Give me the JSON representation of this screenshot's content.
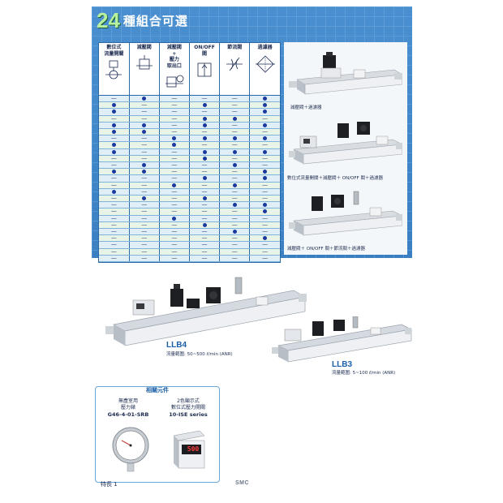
{
  "header": {
    "number": "24",
    "title": "種組合可選"
  },
  "table": {
    "columns": [
      {
        "label": "數位式\n流量開關",
        "symbol": "flow-switch-symbol-icon"
      },
      {
        "label": "減壓閥",
        "symbol": "regulator-symbol-icon"
      },
      {
        "label": "減壓閥\n+\n壓力\n取出口",
        "symbol": "regulator-gauge-symbol-icon"
      },
      {
        "label": "ON/OFF\n閥",
        "symbol": "on-off-valve-symbol-icon"
      },
      {
        "label": "節流閥",
        "symbol": "throttle-valve-symbol-icon"
      },
      {
        "label": "過濾器",
        "symbol": "filter-symbol-icon"
      }
    ],
    "rows": [
      [
        "—",
        "●",
        "—",
        "—",
        "—",
        "●"
      ],
      [
        "●",
        "—",
        "—",
        "●",
        "—",
        "●"
      ],
      [
        "●",
        "—",
        "—",
        "—",
        "—",
        "●"
      ],
      [
        "—",
        "—",
        "—",
        "●",
        "●",
        "—"
      ],
      [
        "●",
        "●",
        "—",
        "●",
        "—",
        "●"
      ],
      [
        "●",
        "●",
        "—",
        "—",
        "—",
        "—"
      ],
      [
        "—",
        "—",
        "●",
        "●",
        "●",
        "●"
      ],
      [
        "●",
        "—",
        "●",
        "—",
        "—",
        "—"
      ],
      [
        "●",
        "—",
        "—",
        "●",
        "●",
        "●"
      ],
      [
        "—",
        "—",
        "—",
        "●",
        "—",
        "—"
      ],
      [
        "—",
        "●",
        "—",
        "—",
        "●",
        "—"
      ],
      [
        "●",
        "●",
        "—",
        "—",
        "—",
        "●"
      ],
      [
        "—",
        "—",
        "—",
        "●",
        "—",
        "●"
      ],
      [
        "—",
        "—",
        "●",
        "—",
        "●",
        "—"
      ],
      [
        "●",
        "—",
        "—",
        "—",
        "—",
        "—"
      ],
      [
        "—",
        "●",
        "—",
        "●",
        "—",
        "—"
      ],
      [
        "—",
        "—",
        "—",
        "—",
        "●",
        "●"
      ],
      [
        "—",
        "—",
        "—",
        "—",
        "—",
        "●"
      ],
      [
        "—",
        "—",
        "●",
        "—",
        "—",
        "—"
      ],
      [
        "—",
        "—",
        "—",
        "●",
        "—",
        "—"
      ],
      [
        "—",
        "—",
        "—",
        "—",
        "●",
        "—"
      ],
      [
        "—",
        "—",
        "—",
        "—",
        "—",
        "●"
      ],
      [
        "—",
        "—",
        "—",
        "—",
        "—",
        "—"
      ],
      [
        "—",
        "—",
        "—",
        "—",
        "—",
        "—"
      ],
      [
        "—",
        "—",
        "—",
        "—",
        "—",
        "—"
      ]
    ]
  },
  "examples": [
    {
      "caption": "減壓閥＋過濾器"
    },
    {
      "caption": "數位式流量開關＋減壓閥＋ ON/OFF 閥＋過濾器"
    },
    {
      "caption": "減壓閥＋ ON/OFF 閥＋節流閥＋過濾器"
    }
  ],
  "products": [
    {
      "model": "LLB4",
      "range": "流量範圍: 50~500 ℓ/min (ANR)"
    },
    {
      "model": "LLB3",
      "range": "流量範圍: 5~100 ℓ/min (ANR)"
    }
  ],
  "related": {
    "title": "相關元件",
    "item1_line1": "無塵室用",
    "item1_line2": "壓力錶",
    "item1_code": "G46-4-01-SRB",
    "item2_line1": "2色顯示式",
    "item2_line2": "數位式壓力開關",
    "item2_code": "10-ISE series",
    "display_value": "500"
  },
  "footer": {
    "page": "特長 1",
    "logo": "SMC"
  },
  "colors": {
    "panel": "#3f86c8",
    "title_number": "#b6f0a0",
    "dot": "#1b3aa0",
    "model": "#1a5fa8"
  }
}
